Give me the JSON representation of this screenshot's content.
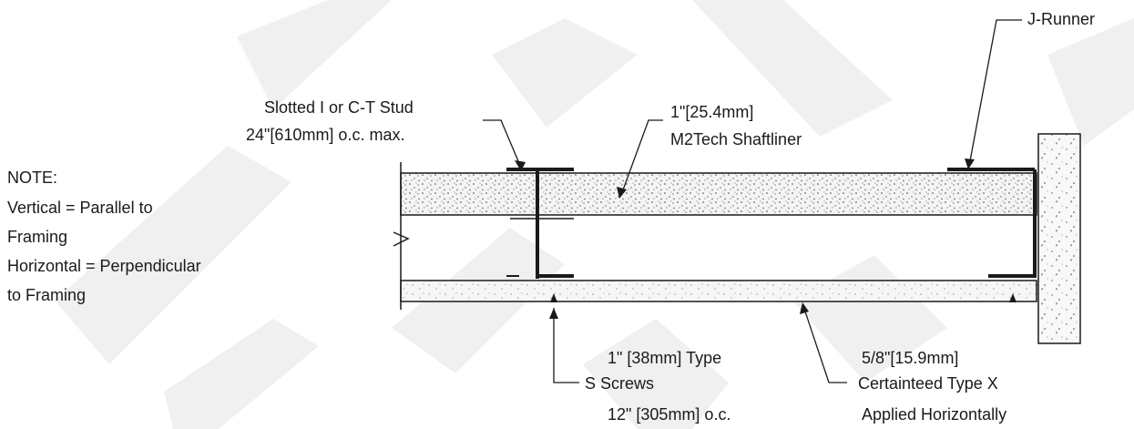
{
  "note": {
    "heading": "NOTE:",
    "line1": "Vertical = Parallel to",
    "line2": "Framing",
    "line3": "Horizontal = Perpendicular",
    "line4": "to Framing"
  },
  "callouts": {
    "stud": {
      "line1": "Slotted I or C-T Stud",
      "line2": "24\"[610mm] o.c. max."
    },
    "shaftliner": {
      "line1": "1\"[25.4mm]",
      "line2": "M2Tech Shaftliner"
    },
    "runner": {
      "line1": "J-Runner"
    },
    "screws": {
      "line1": "1\" [38mm] Type",
      "line2": "S Screws",
      "line3": "12\" [305mm] o.c."
    },
    "gypsum": {
      "line1": "5/8\"[15.9mm]",
      "line2": "Certainteed Type X",
      "line3": "Applied Horizontally"
    }
  },
  "colors": {
    "line": "#1a1a1a",
    "board": "#f4f4f4",
    "watermark": "#eeeeee"
  }
}
